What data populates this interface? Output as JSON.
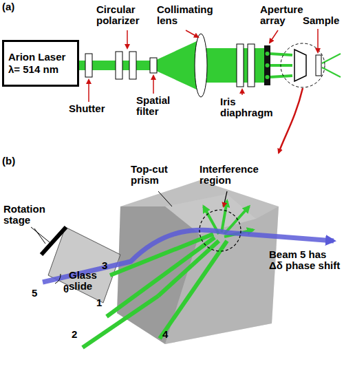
{
  "diagram": {
    "nodes": [
      {
        "text": [
          "Arion Laser",
          "λ= 514 nm"
        ]
      }
    ],
    "labels": [
      "(a)",
      "Circular polarizer",
      "Collimating lens",
      "Aperture array",
      "Sample",
      "Shutter",
      "Spatial filter",
      "Iris diaphragm",
      "(b)",
      "Top-cut prism",
      "Interference region",
      "Rotation stage",
      "Glass slide",
      "Beam 5 has Δδ phase shift",
      "5",
      "θ",
      "3",
      "1",
      "2",
      "4"
    ]
  }
}
